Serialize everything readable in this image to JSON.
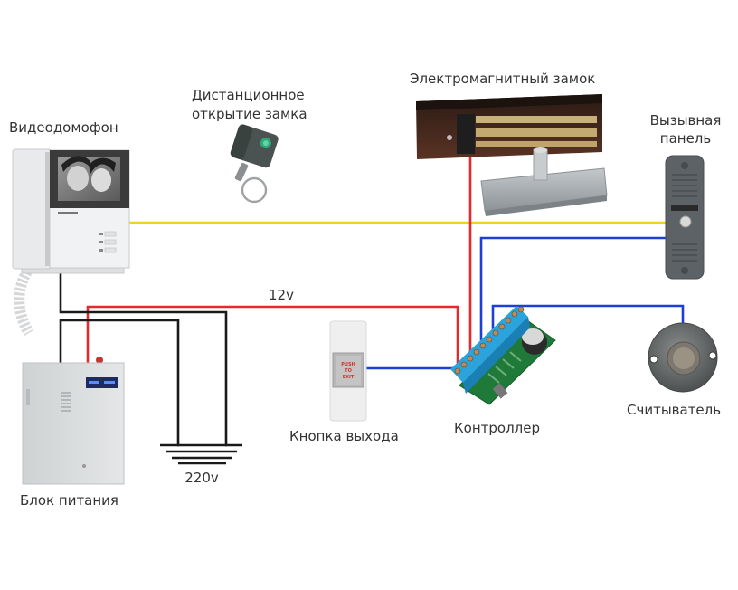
{
  "diagram": {
    "labels": {
      "videophone": "Видеодомофон",
      "remote_line1": "Дистанционное",
      "remote_line2": "открытие замка",
      "maglock": "Электромагнитный замок",
      "call_panel_line1": "Вызывная",
      "call_panel_line2": "панель",
      "voltage_low": "12v",
      "exit_button": "Кнопка выхода",
      "controller": "Контроллер",
      "reader": "Считыватель",
      "power_supply": "Блок питания",
      "voltage_mains": "220v"
    },
    "exit_button_caption": [
      "PUSH",
      "TO",
      "EXIT"
    ],
    "wire_colors": {
      "video_signal": "#f4d21c",
      "power_12v": "#e42a2a",
      "data": "#1e3fd6",
      "mains_220v": "#1a1a1a"
    }
  }
}
